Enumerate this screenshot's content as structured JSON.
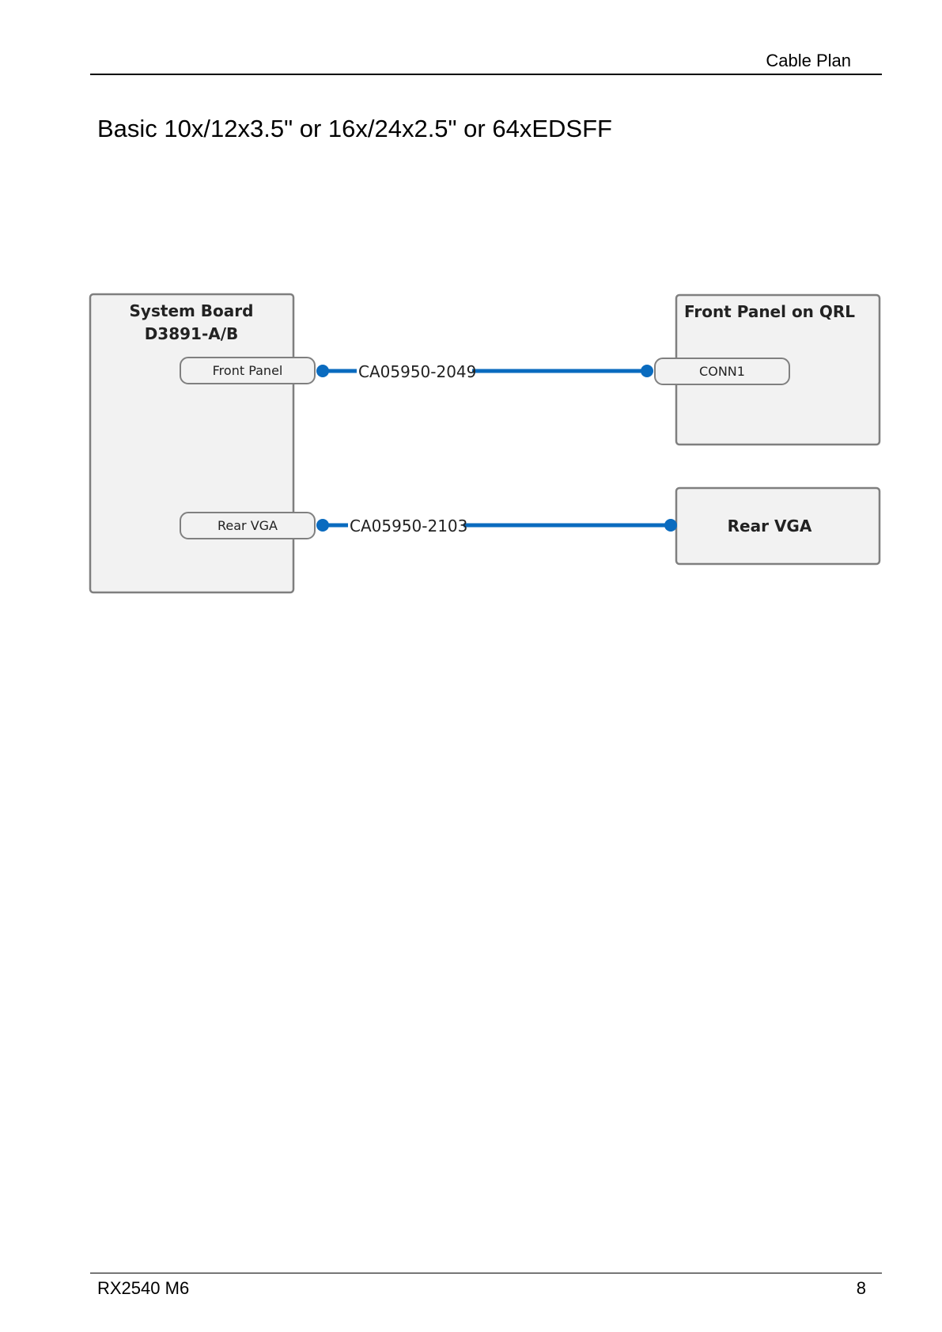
{
  "header": {
    "section_title": "Cable Plan"
  },
  "page_heading": "Basic 10x/12x3.5\" or 16x/24x2.5\" or 64xEDSFF",
  "diagram": {
    "system_board": {
      "title_line1": "System Board",
      "title_line2": "D3891-A/B",
      "ports": {
        "front_panel": "Front Panel",
        "rear_vga": "Rear VGA"
      }
    },
    "front_panel_qrl": {
      "title": "Front Panel on QRL",
      "port": "CONN1"
    },
    "rear_vga_box": {
      "title": "Rear VGA"
    },
    "cables": {
      "front_panel_cable": "CA05950-2049",
      "rear_vga_cable": "CA05950-2103"
    },
    "colors": {
      "cable": "#0a6bbf",
      "box_fill": "#f2f2f2",
      "box_border": "#7f7f7f"
    }
  },
  "footer": {
    "model": "RX2540 M6",
    "page_number": "8"
  }
}
